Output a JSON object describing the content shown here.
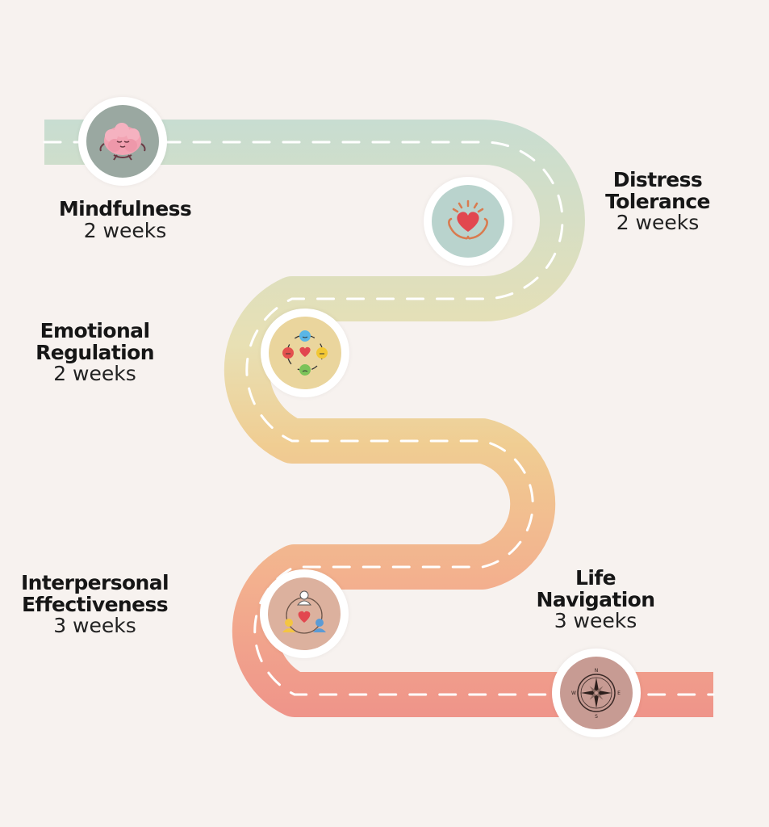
{
  "stages": [
    {
      "title_lines": [
        "Mindfulness"
      ],
      "duration": "2 weeks",
      "icon": "meditating-brain-icon",
      "disc_color": "#9aa8a1"
    },
    {
      "title_lines": [
        "Distress",
        "Tolerance"
      ],
      "duration": "2 weeks",
      "icon": "heart-in-hands-icon",
      "disc_color": "#b9d3cd"
    },
    {
      "title_lines": [
        "Emotional",
        "Regulation"
      ],
      "duration": "2 weeks",
      "icon": "emotion-cycle-icon",
      "disc_color": "#ead59d"
    },
    {
      "title_lines": [
        "Interpersonal",
        "Effectiveness"
      ],
      "duration": "3 weeks",
      "icon": "people-connection-icon",
      "disc_color": "#dcb19e"
    },
    {
      "title_lines": [
        "Life",
        "Navigation"
      ],
      "duration": "3 weeks",
      "icon": "compass-icon",
      "disc_color": "#c79b93"
    }
  ],
  "road": {
    "gradient_colors": [
      "#c8ddd1",
      "#e8e0b4",
      "#f0cd92",
      "#f3b08e",
      "#ef958a"
    ],
    "dash_color": "#ffffff",
    "background": "#f7f2ef"
  },
  "compass_letters": {
    "n": "N",
    "e": "E",
    "s": "S",
    "w": "W"
  }
}
